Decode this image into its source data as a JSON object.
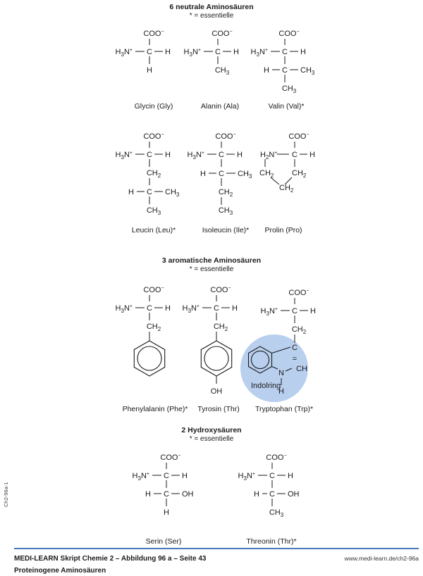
{
  "sections": [
    {
      "title": "6 neutrale Aminosäuren",
      "note": "* = essentielle"
    },
    {
      "title": "3 aromatische Aminosäuren",
      "note": "* = essentielle"
    },
    {
      "title": "2 Hydroxysäuren",
      "note": "* = essentielle"
    }
  ],
  "atoms": {
    "coo": "COO",
    "coo_charge": "−",
    "h3n": "H",
    "h3n_sub": "3",
    "h3n_n": "N",
    "h3n_charge": "+",
    "h2n_sub": "2",
    "c": "C",
    "h": "H",
    "ch": "CH",
    "ch2_sub": "2",
    "ch3_sub": "3",
    "oh": "OH",
    "n": "N",
    "double_bond": "="
  },
  "amino_acids": [
    {
      "name": "Glycin (Gly)",
      "essential": false,
      "group": "neutral"
    },
    {
      "name": "Alanin (Ala)",
      "essential": false,
      "group": "neutral"
    },
    {
      "name": "Valin (Val)*",
      "essential": true,
      "group": "neutral"
    },
    {
      "name": "Leucin (Leu)*",
      "essential": true,
      "group": "neutral"
    },
    {
      "name": "Isoleucin (Ile)*",
      "essential": true,
      "group": "neutral"
    },
    {
      "name": "Prolin (Pro)",
      "essential": false,
      "group": "neutral"
    },
    {
      "name": "Phenylalanin (Phe)*",
      "essential": true,
      "group": "aromatic"
    },
    {
      "name": "Tyrosin (Thr)",
      "essential": false,
      "group": "aromatic"
    },
    {
      "name": "Tryptophan (Trp)*",
      "essential": true,
      "group": "aromatic"
    },
    {
      "name": "Serin (Ser)",
      "essential": false,
      "group": "hydroxy"
    },
    {
      "name": "Threonin (Thr)*",
      "essential": true,
      "group": "hydroxy"
    }
  ],
  "indol_label": "Indolring",
  "indol_highlight_color": "#b9cfee",
  "side_code": "Ch2-96a-1",
  "footer": {
    "title": "MEDI-LEARN Skript Chemie 2 – Abbildung 96 a – Seite 43",
    "subtitle": "Proteinogene Aminosäuren",
    "url": "www.medi-learn.de/ch2-96a",
    "line_color": "#4a78b8"
  }
}
